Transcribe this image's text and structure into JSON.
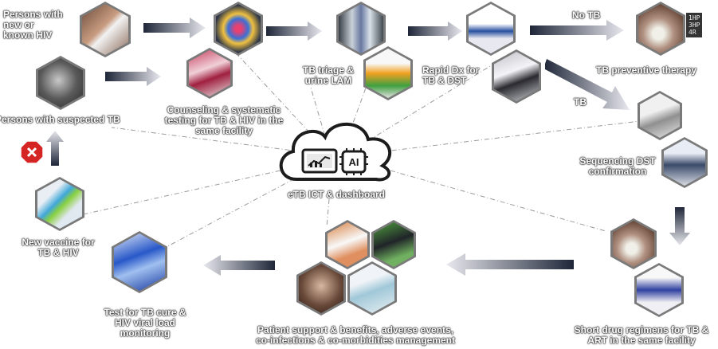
{
  "labels": {
    "persons_hiv": "Persons with\nnew or\nknown HIV",
    "persons_tb": "Persons with suspected TB",
    "counseling": "Counseling & systematic\ntesting for TB & HIV in the\nsame facility",
    "triage": "TB triage &\nurine LAM",
    "rapid_dx": "Rapid Dx for\nTB & DST",
    "no_tb": "No TB",
    "tb": "TB",
    "preventive": "TB preventive therapy",
    "sequencing": "Sequencing DST\nconfirmation",
    "dashboard": "eTB ICT & dashboard",
    "vaccine": "New vaccine for\nTB & HIV",
    "test_care": "Test for TB cure &\nHIV viral load\nmonitoring",
    "support": "Patient support & benefits, adverse events,\nco-infections & co-morbidities management",
    "short_regimens": "Short drug regimens for TB &\nART in the same facility"
  },
  "regimen_tags": [
    "1HP",
    "3HP",
    "4R"
  ],
  "ai_label": "AI",
  "colors": {
    "label_shadow": "#2a2a2a",
    "arrow_dark": "#1e2638",
    "arrow_light": "#e8e8ee",
    "dash_line": "#999999",
    "cloud": "#1c1c1c",
    "x_badge": "#d42424"
  },
  "icons": [
    "test-kit-icon",
    "phone-apps-icon",
    "blood-tubes-icon",
    "infant-icon",
    "xray-icon",
    "urine-cup-icon",
    "dx-machine-icon",
    "dx-device-icon",
    "pills-icon",
    "sequencer-icon",
    "sequencing-kit-icon",
    "vaccine-syringe-icon",
    "lab-pipettes-icon",
    "mobile-app-icon",
    "card-reader-icon",
    "patient-care-icon",
    "tablet-icon",
    "pill-bottle-icon",
    "cloud-ai-icon",
    "cancel-icon"
  ]
}
